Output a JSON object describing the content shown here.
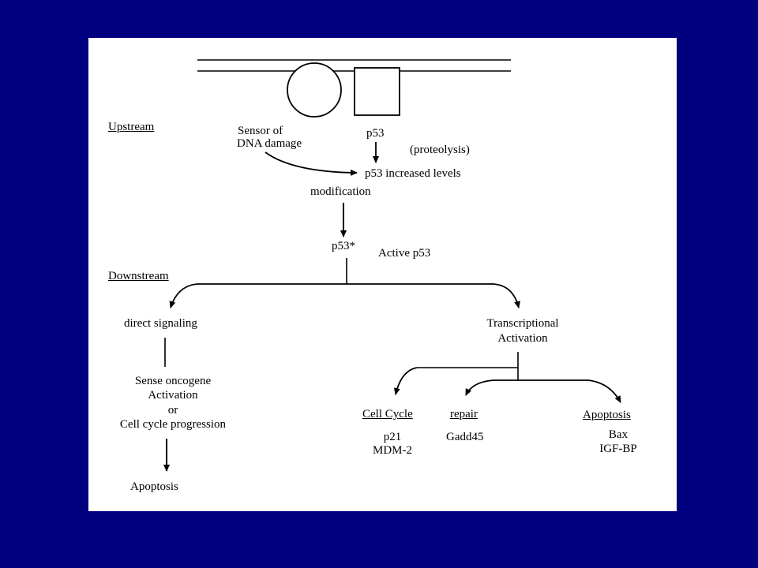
{
  "colors": {
    "background": "#00007e",
    "panel": "#ffffff",
    "ink": "#000000"
  },
  "diagram": {
    "upstream": "Upstream",
    "sensor_line1": "Sensor of",
    "sensor_line2": "DNA damage",
    "p53": "p53",
    "proteolysis": "(proteolysis)",
    "increased_levels": "p53 increased levels",
    "modification": "modification",
    "p53_star": "p53*",
    "active_p53": "Active p53",
    "downstream": "Downstream",
    "direct_signaling": "direct signaling",
    "transcriptional_line1": "Transcriptional",
    "transcriptional_line2": "Activation",
    "sense_line1": "Sense oncogene",
    "sense_line2": "Activation",
    "sense_line3": "or",
    "sense_line4": "Cell cycle progression",
    "apoptosis_left": "Apoptosis",
    "cell_cycle": "Cell Cycle",
    "cell_cycle_gene1": "p21",
    "cell_cycle_gene2": "MDM-2",
    "repair": "repair",
    "repair_gene": "Gadd45",
    "apoptosis_right": "Apoptosis",
    "apoptosis_gene1": "Bax",
    "apoptosis_gene2": "IGF-BP"
  }
}
